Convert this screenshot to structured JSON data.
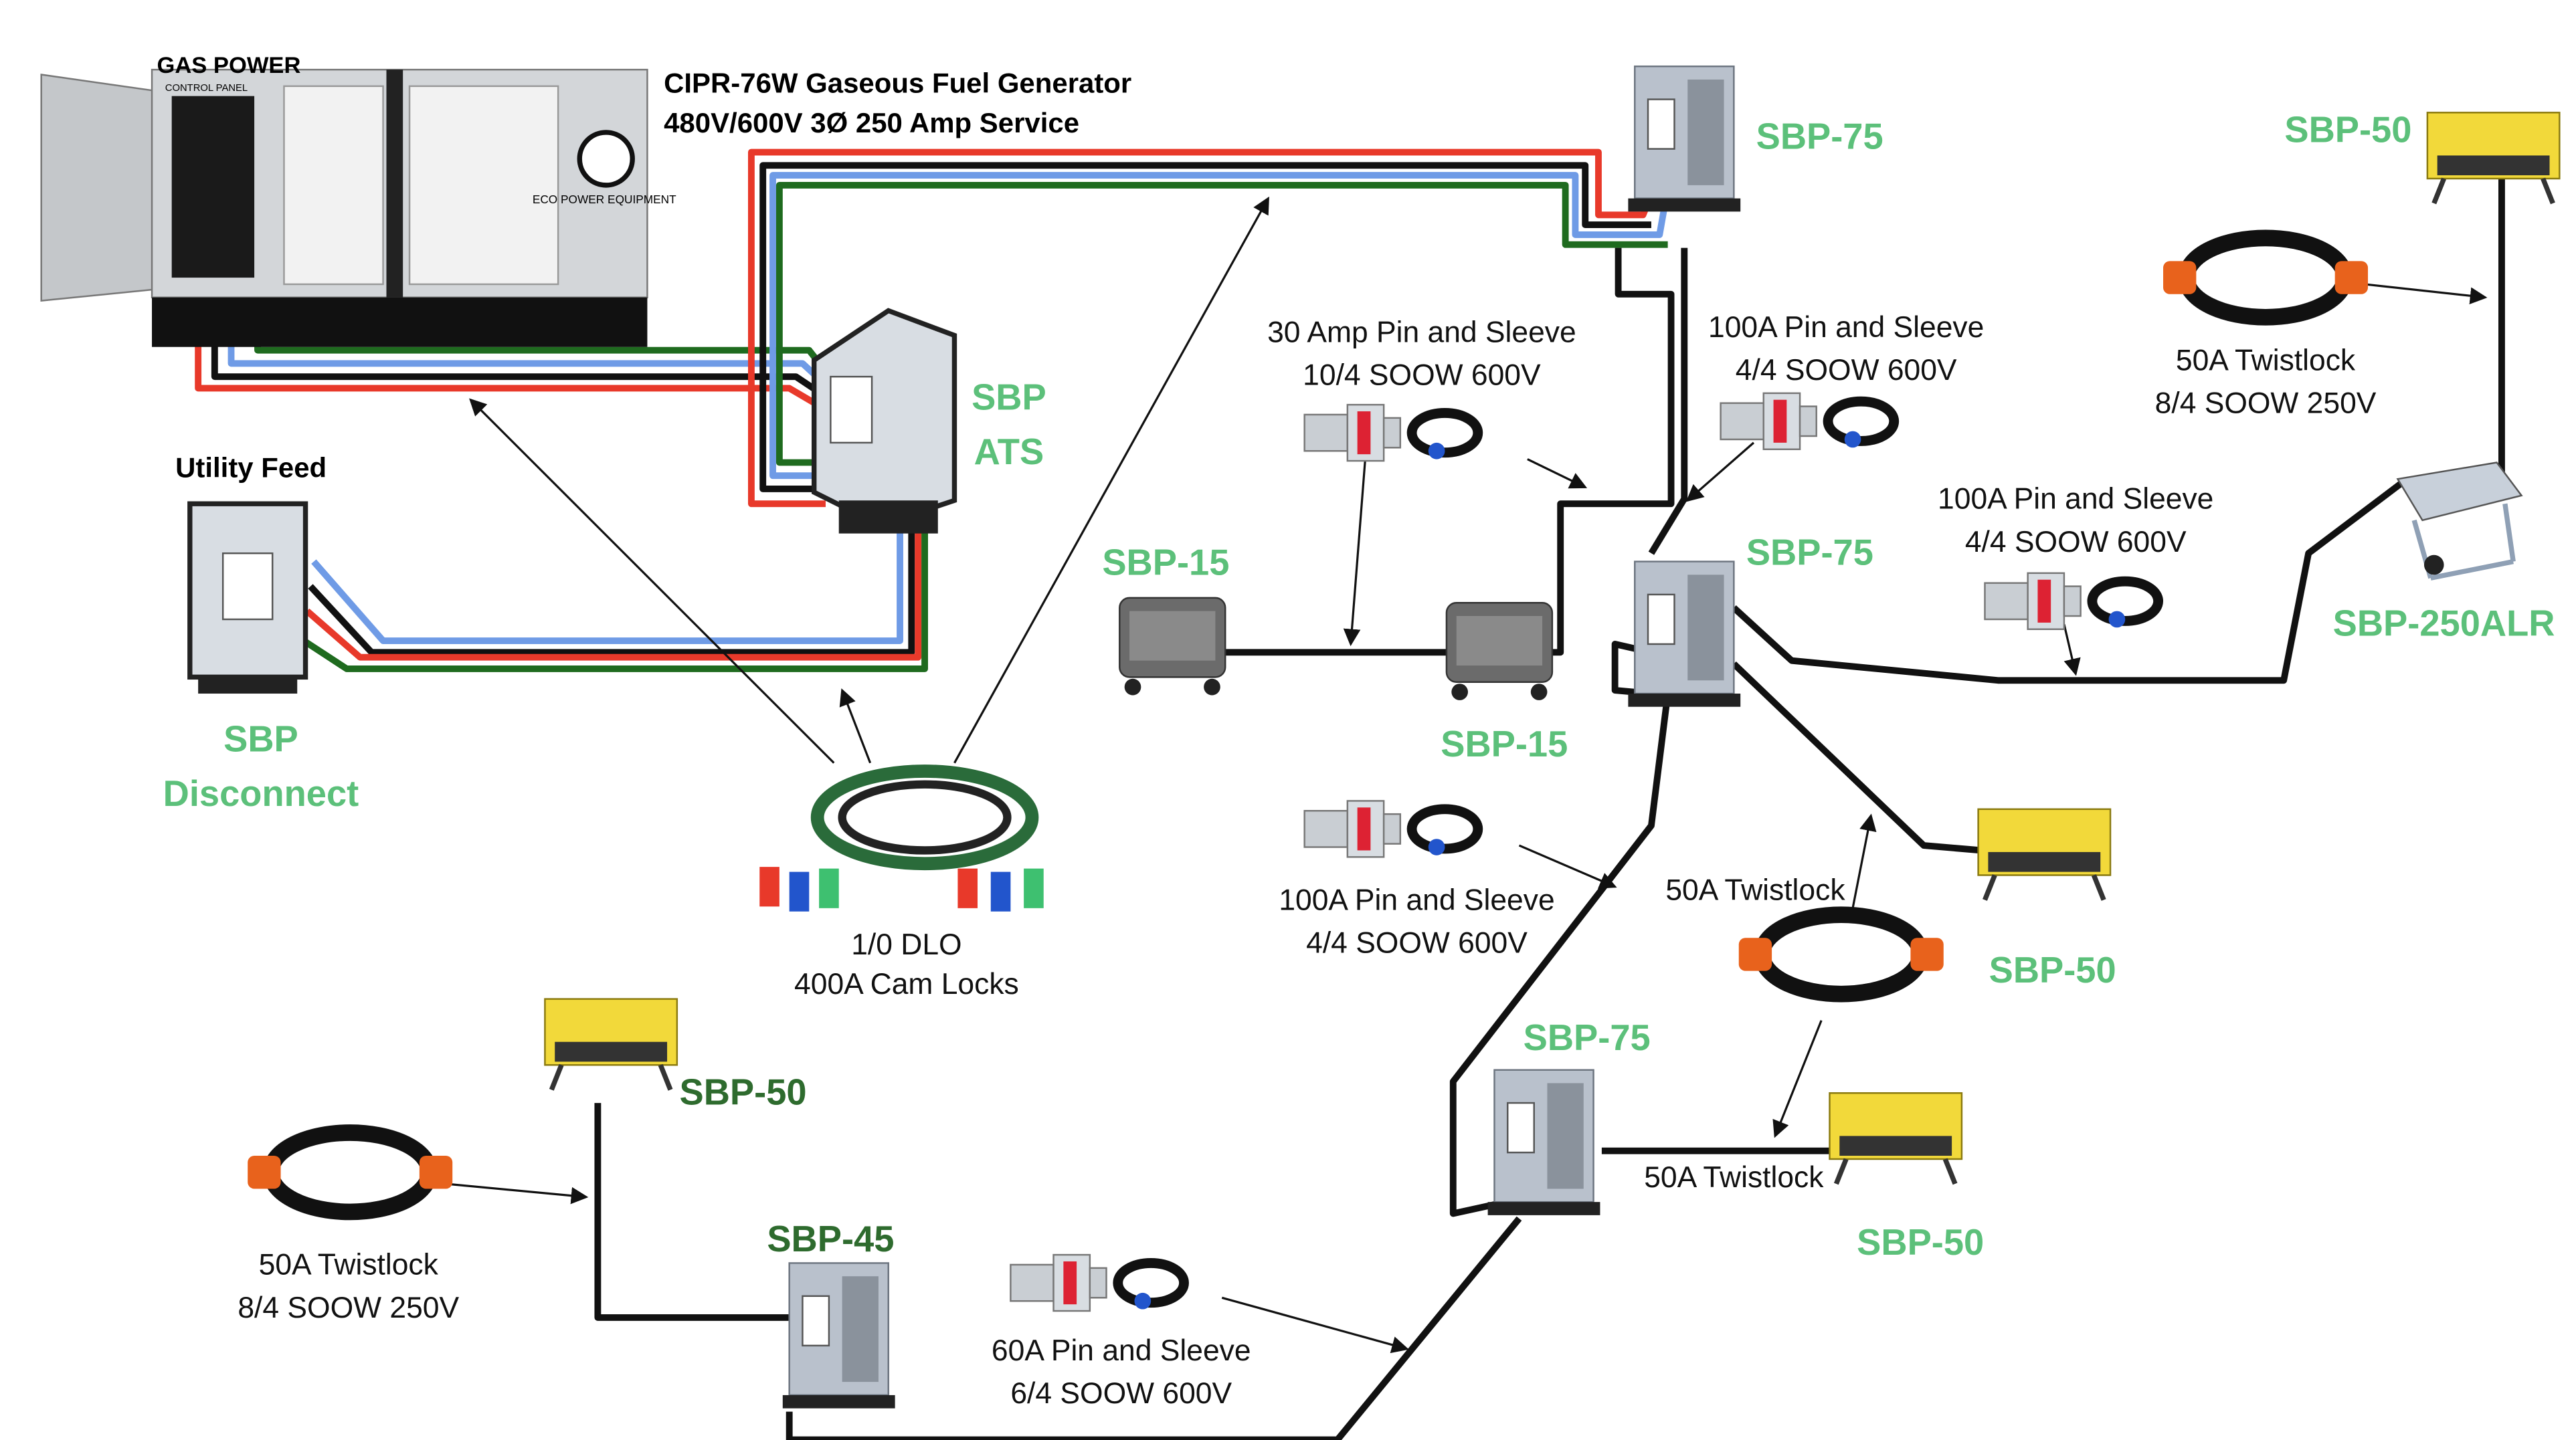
{
  "title": {
    "line1": "CIPR-76W Gaseous Fuel Generator",
    "line2": "480V/600V 3Ø 250 Amp Service"
  },
  "generator": {
    "brand": "GAS POWER",
    "panel": "CONTROL PANEL",
    "logo": "ECO POWER EQUIPMENT"
  },
  "utility_feed": "Utility Feed",
  "colors": {
    "tag_green": "#5cc07a",
    "tag_dark_green": "#2e6b2e",
    "wire_red": "#e8392a",
    "wire_blue": "#6f9be6",
    "wire_green": "#1f6b1f",
    "wire_black": "#111111",
    "yellow_box": "#f2d93a",
    "gray_box": "#b9c1cc"
  },
  "tags": {
    "ats_line1": "SBP",
    "ats_line2": "ATS",
    "disconnect_line1": "SBP",
    "disconnect_line2": "Disconnect",
    "sbp75_top": "SBP-75",
    "sbp50_top_right": "SBP-50",
    "sbp15_left": "SBP-15",
    "sbp15_right": "SBP-15",
    "sbp75_mid": "SBP-75",
    "sbp250alr": "SBP-250ALR",
    "sbp50_mid_right": "SBP-50",
    "sbp75_low": "SBP-75",
    "sbp50_low": "SBP-50",
    "sbp50_left": "SBP-50",
    "sbp45": "SBP-45"
  },
  "cables": {
    "pin30": {
      "line1": "30 Amp Pin and Sleeve",
      "line2": "10/4 SOOW 600V"
    },
    "pin100_top": {
      "line1": "100A Pin and Sleeve",
      "line2": "4/4 SOOW 600V"
    },
    "twist_top": {
      "line1": "50A Twistlock",
      "line2": "8/4 SOOW 250V"
    },
    "pin100_right": {
      "line1": "100A Pin and Sleeve",
      "line2": "4/4 SOOW 600V"
    },
    "pin100_mid": {
      "line1": "100A Pin and Sleeve",
      "line2": "4/4 SOOW 600V"
    },
    "twist_mid": {
      "line1": "50A Twistlock"
    },
    "dlo": {
      "line1": "1/0 DLO",
      "line2": "400A Cam Locks"
    },
    "twist_low": {
      "line1": "50A Twistlock"
    },
    "twist_left": {
      "line1": "50A Twistlock",
      "line2": "8/4 SOOW 250V"
    },
    "pin60": {
      "line1": "60A Pin and Sleeve",
      "line2": "6/4 SOOW 600V"
    }
  }
}
